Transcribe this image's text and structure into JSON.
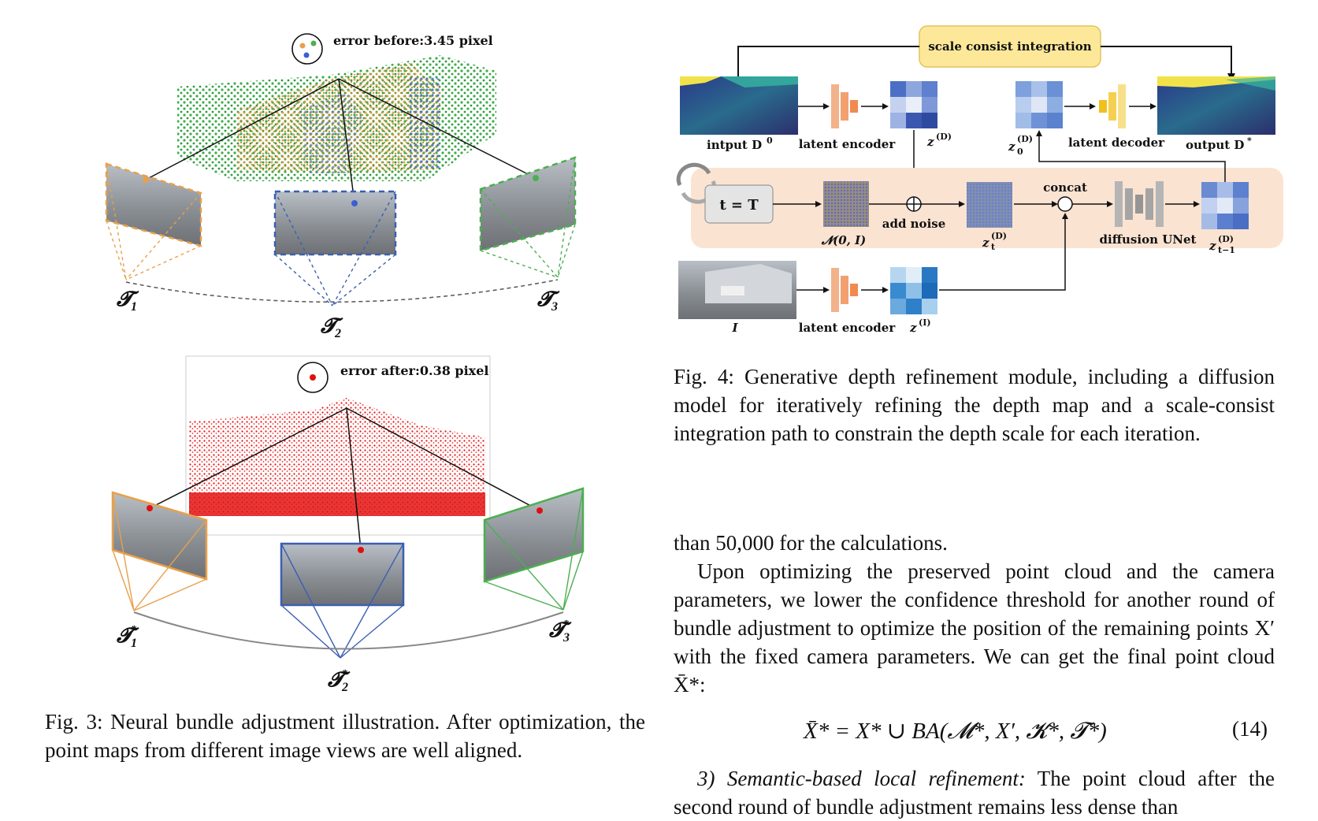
{
  "fig3": {
    "top_error": "error before:3.45 pixel",
    "bottom_error": "error after:0.38 pixel",
    "cams_top": [
      "𝓣",
      "𝓣",
      "𝓣"
    ],
    "cams_top_sub": [
      "1",
      "2",
      "3"
    ],
    "cams_bottom_sub": [
      "1",
      "2",
      "3"
    ],
    "caption": "Fig. 3: Neural bundle adjustment illustration. After optimization, the point maps from different image views are well aligned."
  },
  "fig4": {
    "scale_box": "scale consist integration",
    "input_label": "intput D",
    "input_sup": "0",
    "latent_encoder": "latent encoder",
    "latent_encoder2": "latent encoder",
    "zd": "z",
    "zd_sup": "(D)",
    "z0": "z",
    "z0_sup": "(D)",
    "z0_sub": "0",
    "latent_decoder": "latent decoder",
    "output_label": "output D",
    "output_sup": "*",
    "t_box": "t = T",
    "noise_label": "𝓝(0, 𝑰)",
    "add_noise": "add noise",
    "zt": "z",
    "zt_sup": "(D)",
    "zt_sub": "t",
    "concat": "concat",
    "unet": "diffusion UNet",
    "zt1": "z",
    "zt1_sup": "(D)",
    "zt1_sub": "t−1",
    "img_label": "I",
    "zi": "z",
    "zi_sup": "(I)",
    "caption": "Fig. 4: Generative depth refinement module, including a diffusion model for iteratively refining the depth map and a scale-consist integration path to constrain the depth scale for each iteration."
  },
  "text": {
    "line1": "than 50,000 for the calculations.",
    "para2": "Upon optimizing the preserved point cloud and the camera parameters, we lower the confidence threshold for another round of bundle adjustment to optimize the position of the remaining points X′ with the fixed camera parameters. We can get the final point cloud X̄*:",
    "equation": "X̄* = X* ∪ BA(𝓜*, X′, 𝓚*, 𝓣*)",
    "eq_num": "(14)",
    "section_title": "3) Semantic-based local refinement:",
    "section_rest": " The point cloud after the second round of bundle adjustment remains less dense than"
  },
  "colors": {
    "orange": "#e8a04a",
    "blue": "#3a5fb0",
    "green": "#4caf50",
    "red": "#e01010",
    "peach": "#fbe3d2",
    "yellow_box": "#fde89a"
  }
}
